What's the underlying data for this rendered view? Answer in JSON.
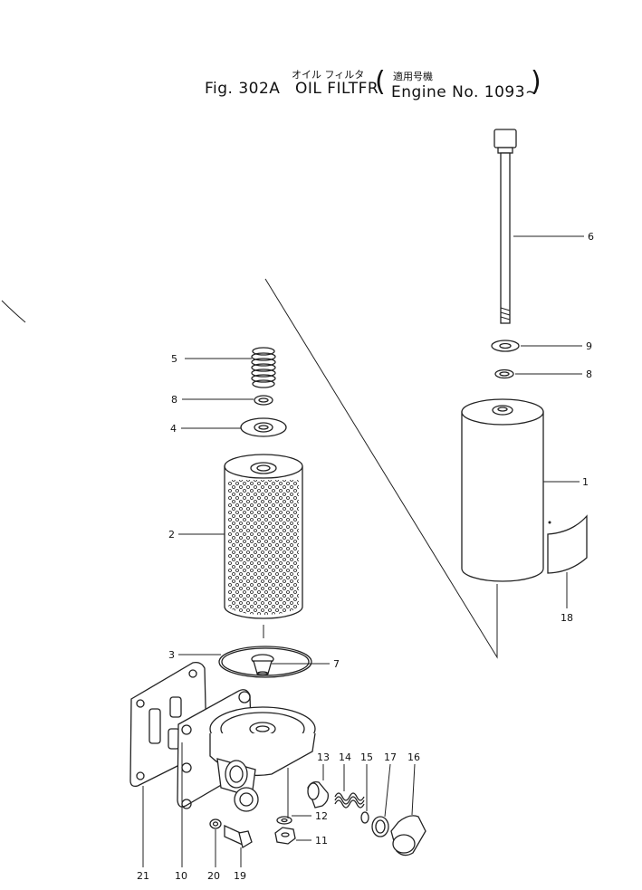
{
  "title": {
    "fig": "Fig. 302A",
    "name_jp": "オイル フィルタ",
    "name_en": "OIL FILTFR",
    "applicable_jp": "適用号機",
    "applicable_en": "Engine No. 1093~",
    "paren_open": "(",
    "paren_close": ")"
  },
  "callouts": [
    {
      "id": "c1",
      "label": "1"
    },
    {
      "id": "c2",
      "label": "2"
    },
    {
      "id": "c3",
      "label": "3"
    },
    {
      "id": "c4",
      "label": "4"
    },
    {
      "id": "c5",
      "label": "5"
    },
    {
      "id": "c6",
      "label": "6"
    },
    {
      "id": "c7",
      "label": "7"
    },
    {
      "id": "c8a",
      "label": "8"
    },
    {
      "id": "c8b",
      "label": "8"
    },
    {
      "id": "c9",
      "label": "9"
    },
    {
      "id": "c10",
      "label": "10"
    },
    {
      "id": "c11",
      "label": "11"
    },
    {
      "id": "c12",
      "label": "12"
    },
    {
      "id": "c13",
      "label": "13"
    },
    {
      "id": "c14",
      "label": "14"
    },
    {
      "id": "c15",
      "label": "15"
    },
    {
      "id": "c16",
      "label": "16"
    },
    {
      "id": "c17",
      "label": "17"
    },
    {
      "id": "c18",
      "label": "18"
    },
    {
      "id": "c19",
      "label": "19"
    },
    {
      "id": "c20",
      "label": "20"
    },
    {
      "id": "c21",
      "label": "21"
    }
  ]
}
